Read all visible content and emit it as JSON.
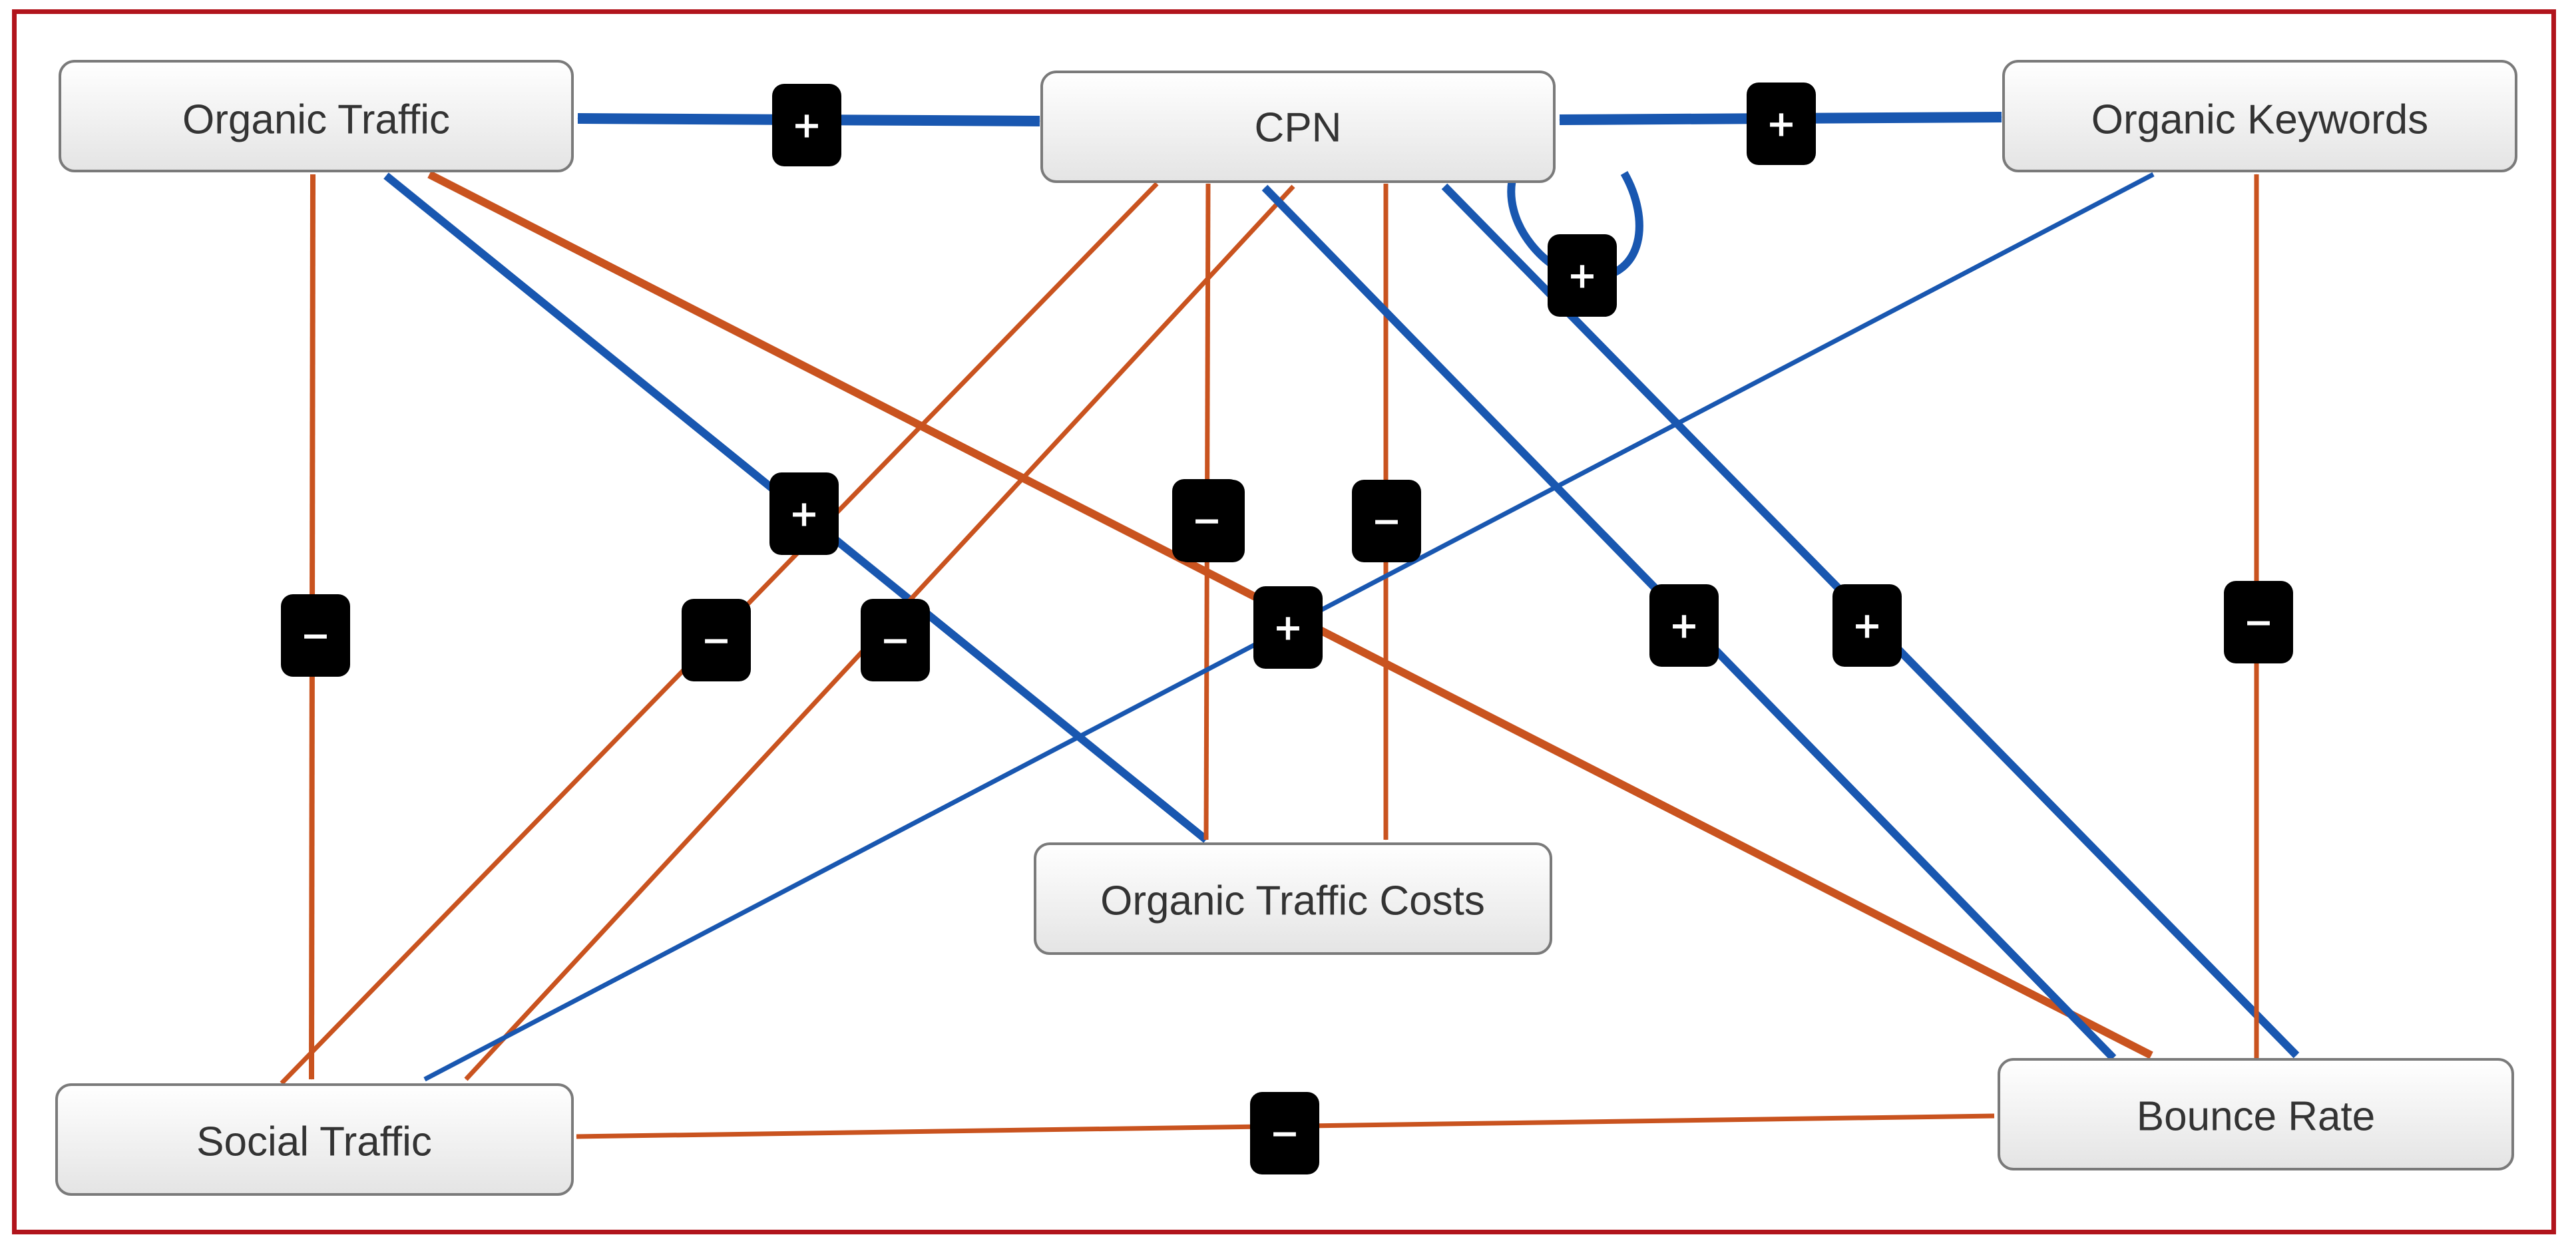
{
  "colors": {
    "positive": "#1957b0",
    "negative": "#c9531f",
    "frame": "#b1141c",
    "badge": "#000000",
    "node_fill_top": "#ffffff",
    "node_fill_bottom": "#e6e6e6",
    "node_border": "#7a7a7a"
  },
  "nodes": {
    "organic_traffic": "Organic Traffic",
    "cpn": "CPN",
    "organic_keywords": "Organic Keywords",
    "organic_traffic_costs": "Organic Traffic Costs",
    "social_traffic": "Social Traffic",
    "bounce_rate": "Bounce Rate"
  },
  "edges": [
    {
      "from": "Organic Traffic",
      "to": "CPN",
      "polarity": "+",
      "bidirectional": true
    },
    {
      "from": "CPN",
      "to": "Organic Keywords",
      "polarity": "+",
      "bidirectional": true
    },
    {
      "from": "CPN",
      "to": "CPN",
      "polarity": "+"
    },
    {
      "from": "Organic Traffic",
      "to": "Social Traffic",
      "polarity": "−"
    },
    {
      "from": "Organic Traffic",
      "to": "Organic Traffic Costs",
      "polarity": "+"
    },
    {
      "from": "Organic Traffic",
      "to": "Bounce Rate",
      "polarity": "−"
    },
    {
      "from": "Social Traffic",
      "to": "CPN",
      "polarity": "−"
    },
    {
      "from": "CPN",
      "to": "Social Traffic",
      "polarity": "−"
    },
    {
      "from": "Organic Traffic Costs",
      "to": "CPN",
      "polarity": "−"
    },
    {
      "from": "CPN",
      "to": "Organic Traffic Costs",
      "polarity": "−"
    },
    {
      "from": "Organic Keywords",
      "to": "Social Traffic",
      "polarity": "+"
    },
    {
      "from": "Bounce Rate",
      "to": "CPN",
      "polarity": "+"
    },
    {
      "from": "CPN",
      "to": "Bounce Rate",
      "polarity": "+"
    },
    {
      "from": "Bounce Rate",
      "to": "Organic Keywords",
      "polarity": "−"
    },
    {
      "from": "Bounce Rate",
      "to": "Social Traffic",
      "polarity": "−"
    }
  ]
}
